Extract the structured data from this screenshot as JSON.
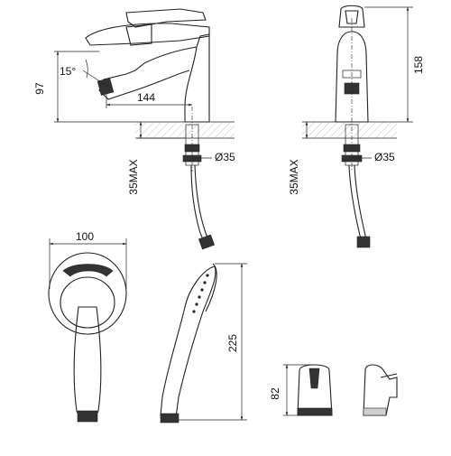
{
  "dimensions": {
    "spout_angle": "15°",
    "spout_height": "97",
    "spout_reach": "144",
    "mount_max_front": "35MAX",
    "hole_front": "Ø35",
    "overall_height": "158",
    "mount_max_side": "35MAX",
    "hole_side": "Ø35",
    "shower_head_width": "100",
    "shower_length": "225",
    "holder_height": "82"
  }
}
